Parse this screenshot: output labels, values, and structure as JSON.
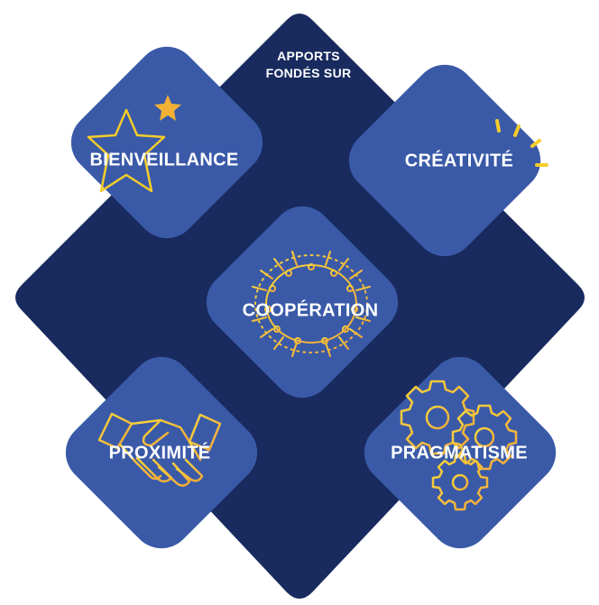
{
  "header": {
    "line1": "APPORTS",
    "line2": "FONDÉS SUR"
  },
  "values": {
    "bienveillance": "BIENVEILLANCE",
    "creativite": "CRÉATIVITÉ",
    "cooperation": "COOPÉRATION",
    "proximite": "PROXIMITÉ",
    "pragmatisme": "PRAGMATISME"
  },
  "colors": {
    "background_diamond": "#182a5e",
    "tile": "#3a5aa8",
    "icon_yellow": "#f5cc2a",
    "star_orange": "#f3b136",
    "text": "#ffffff"
  },
  "icons": {
    "bienveillance": "star-icon",
    "creativite": "spark-icon",
    "cooperation": "people-circle-icon",
    "proximite": "handshake-icon",
    "pragmatisme": "gears-icon"
  }
}
